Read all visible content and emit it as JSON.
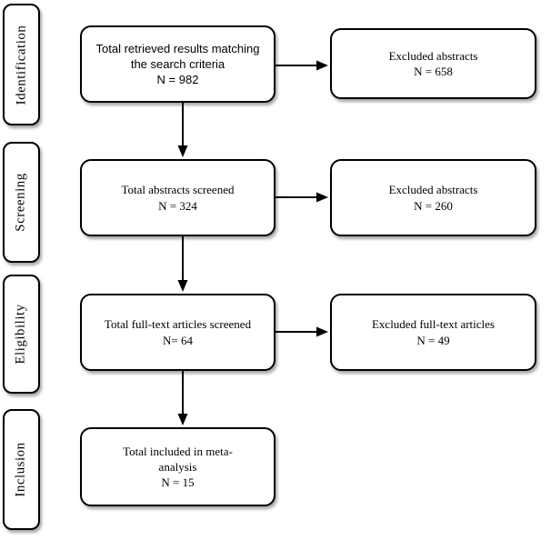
{
  "colors": {
    "box_border": "#000000",
    "box_fill": "#ffffff",
    "arrow": "#000000",
    "background": "#ffffff"
  },
  "stages": [
    {
      "label": "Identification"
    },
    {
      "label": "Screening"
    },
    {
      "label": "Eligibility"
    },
    {
      "label": "Inclusion"
    }
  ],
  "main_boxes": [
    {
      "text": "Total retrieved results matching\nthe search criteria",
      "n": "N = 982"
    },
    {
      "text": "Total abstracts screened",
      "n": "N = 324"
    },
    {
      "text": "Total full-text articles screened",
      "n": "N= 64"
    },
    {
      "text": "Total included in meta-\nanalysis",
      "n": "N = 15"
    }
  ],
  "side_boxes": [
    {
      "text": "Excluded abstracts",
      "n": "N = 658"
    },
    {
      "text": "Excluded abstracts",
      "n": "N = 260"
    },
    {
      "text": "Excluded full-text articles",
      "n": "N = 49"
    }
  ]
}
